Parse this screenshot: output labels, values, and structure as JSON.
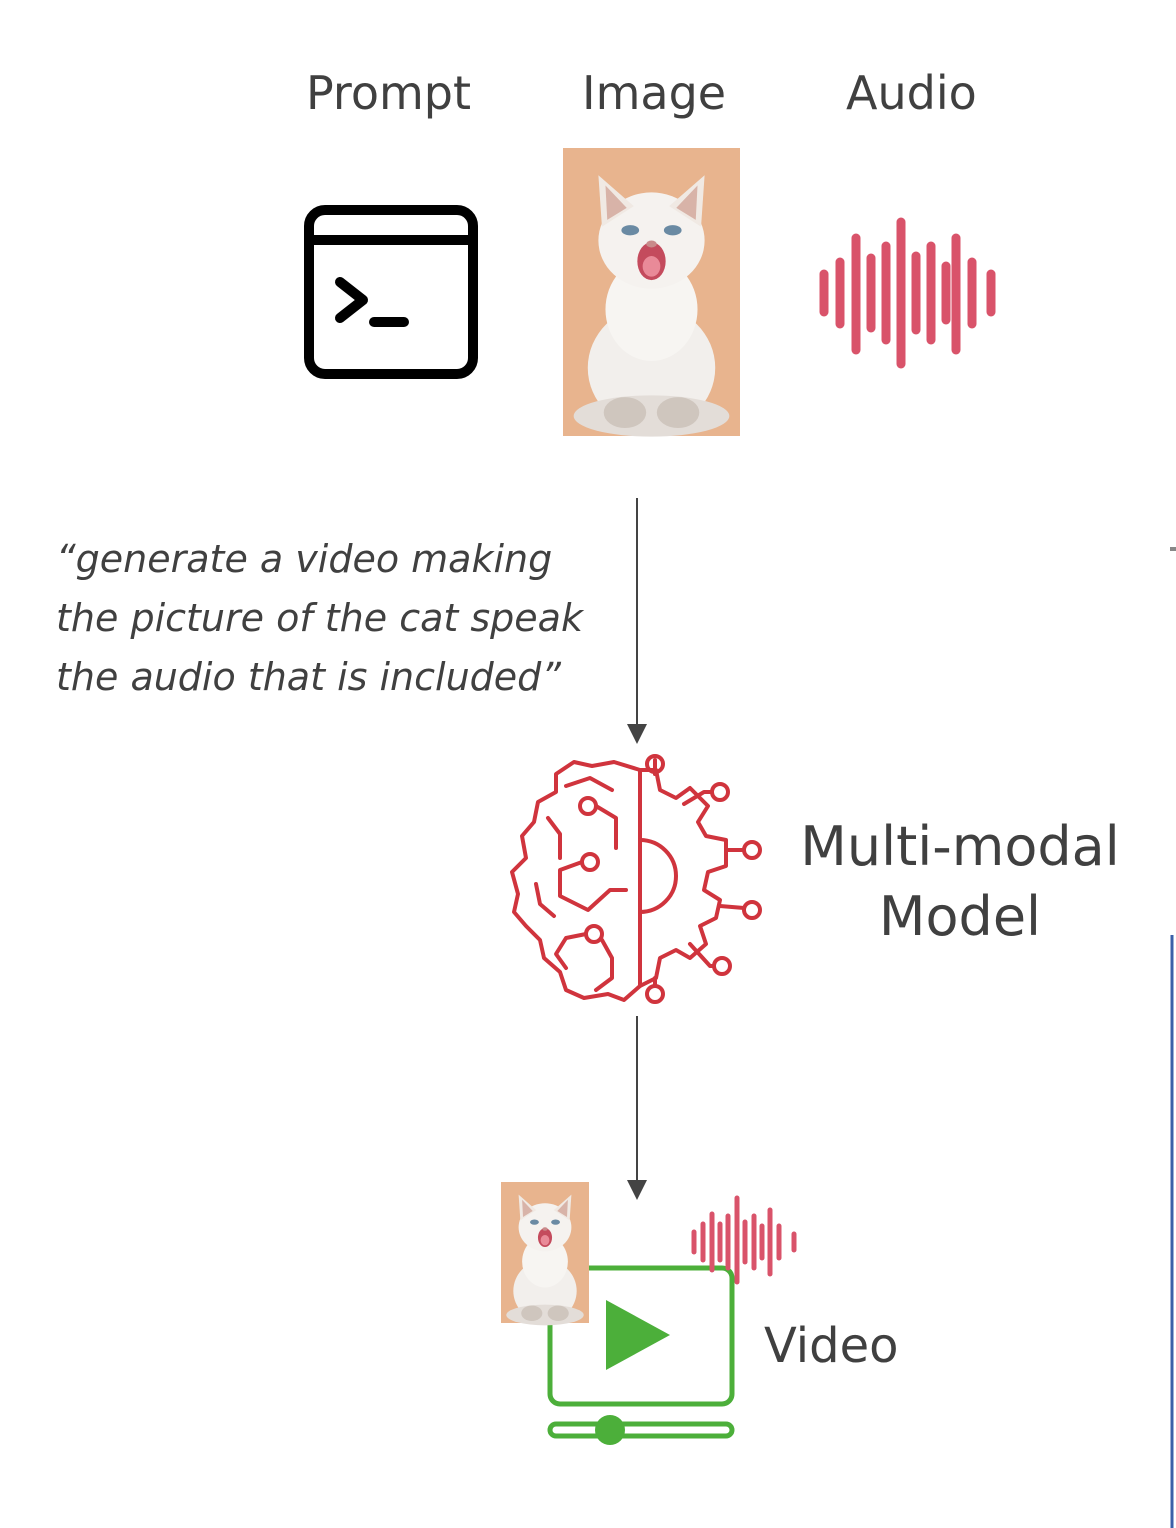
{
  "inputs": {
    "prompt_label": "Prompt",
    "image_label": "Image",
    "audio_label": "Audio"
  },
  "prompt_text": {
    "line1": "“generate a video making",
    "line2": "the picture of the cat speak",
    "line3": "the audio that is included”"
  },
  "model": {
    "line1": "Multi-modal",
    "line2": "Model"
  },
  "output": {
    "video_label": "Video"
  },
  "colors": {
    "text": "#404040",
    "audio_wave": "#d9536a",
    "brain": "#d0343d",
    "video": "#4caf3a",
    "arrow": "#444444",
    "image_bg": "#e8b48e"
  },
  "icons": [
    "terminal-icon",
    "cat-image",
    "audio-wave-icon",
    "brain-gear-icon",
    "video-player-icon"
  ]
}
